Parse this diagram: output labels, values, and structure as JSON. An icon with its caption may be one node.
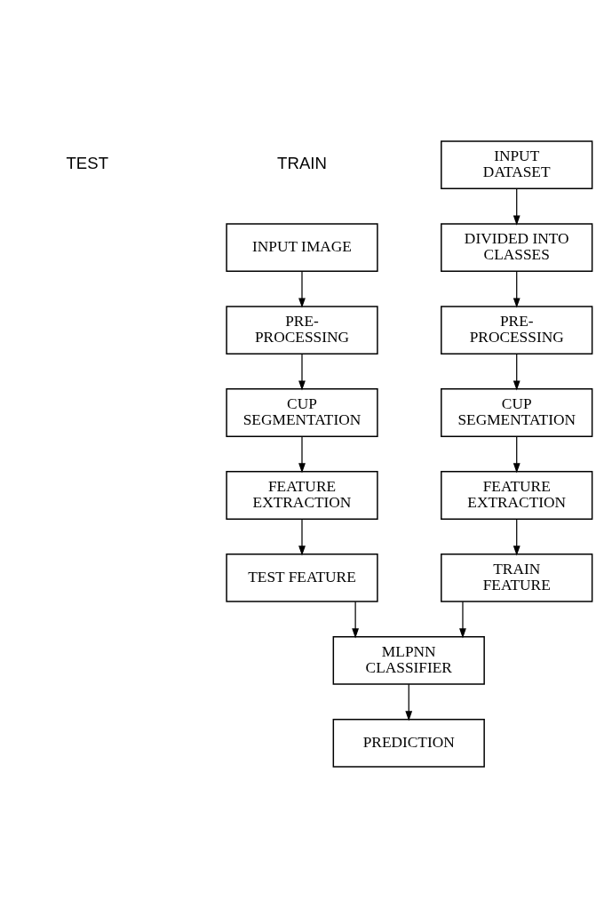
{
  "diagram": {
    "nodes": [
      {
        "text": [
          "INPUT IMAGE"
        ]
      },
      {
        "text": [
          "PRE- PROCESSING"
        ]
      },
      {
        "text": [
          "CUP SEGMENTATION"
        ]
      },
      {
        "text": [
          "FEATURE EXTRACTION"
        ]
      },
      {
        "text": [
          "TEST FEATURE"
        ]
      },
      {
        "text": [
          "INPUT DATASET"
        ]
      },
      {
        "text": [
          "DIVIDED INTO CLASSES"
        ]
      },
      {
        "text": [
          "PRE- PROCESSING"
        ]
      },
      {
        "text": [
          "CUP SEGMENTATION"
        ]
      },
      {
        "text": [
          "FEATURE EXTRACTION"
        ]
      },
      {
        "text": [
          "TRAIN FEATURE"
        ]
      },
      {
        "text": [
          "MLPNN CLASSIFIER"
        ]
      },
      {
        "text": [
          "PREDICTION"
        ]
      }
    ],
    "edges": [
      {
        "from": 0,
        "to": 1,
        "arrow": "to"
      },
      {
        "from": 1,
        "to": 2,
        "arrow": "to"
      },
      {
        "from": 2,
        "to": 3,
        "arrow": "to"
      },
      {
        "from": 3,
        "to": 4,
        "arrow": "to"
      },
      {
        "from": 5,
        "to": 6,
        "arrow": "to"
      },
      {
        "from": 6,
        "to": 7,
        "arrow": "to"
      },
      {
        "from": 7,
        "to": 8,
        "arrow": "to"
      },
      {
        "from": 8,
        "to": 9,
        "arrow": "to"
      },
      {
        "from": 9,
        "to": 10,
        "arrow": "to"
      },
      {
        "from": 4,
        "to": 11,
        "arrow": "to"
      },
      {
        "from": 10,
        "to": 11,
        "arrow": "to"
      },
      {
        "from": 11,
        "to": 12,
        "arrow": "to"
      }
    ],
    "labels": [
      "TEST",
      "TRAIN"
    ]
  }
}
